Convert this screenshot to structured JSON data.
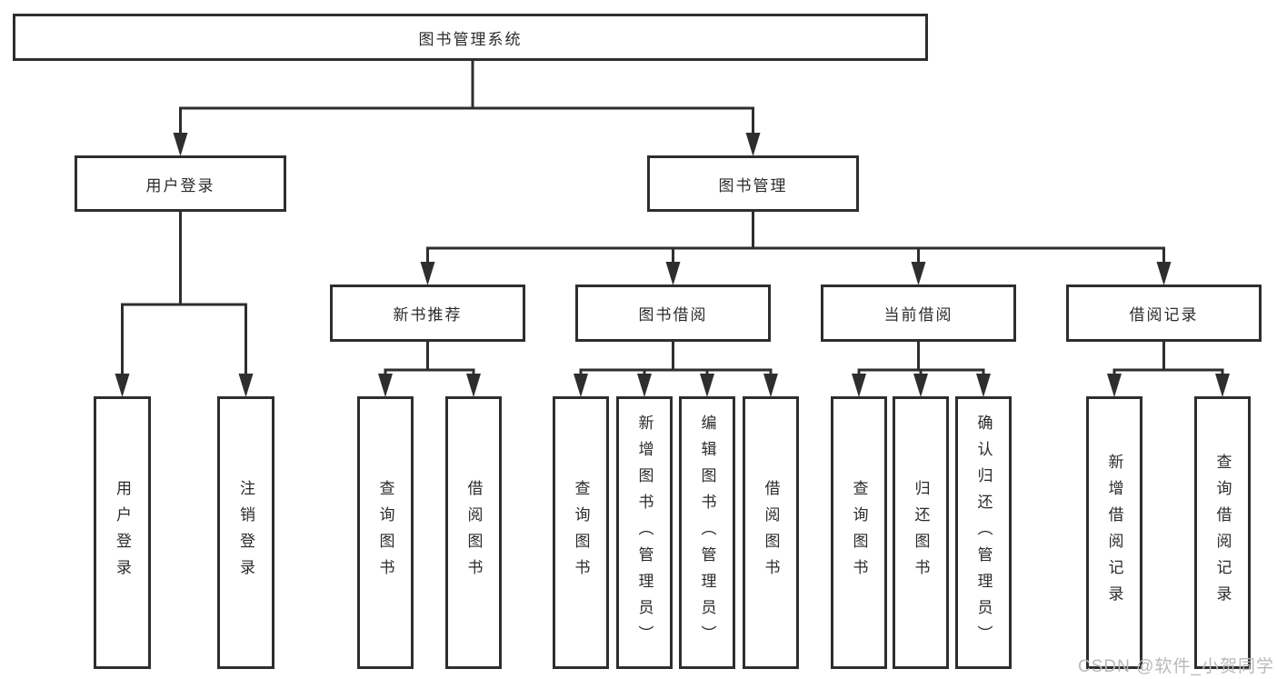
{
  "title": "图书管理系统",
  "colors": {
    "line": "#2e2e2e",
    "box_border": "#2e2e2e",
    "text": "#2b2b2b",
    "watermark": "#b9b9b9",
    "background": "#ffffff"
  },
  "tree": {
    "root": {
      "label": "图书管理系统"
    },
    "branches": [
      {
        "label": "用户登录",
        "children": [
          {
            "label": "用户登录"
          },
          {
            "label": "注销登录"
          }
        ]
      },
      {
        "label": "图书管理",
        "children": [
          {
            "label": "新书推荐",
            "children": [
              {
                "label": "查询图书"
              },
              {
                "label": "借阅图书"
              }
            ]
          },
          {
            "label": "图书借阅",
            "children": [
              {
                "label": "查询图书"
              },
              {
                "label": "新增图书（管理员）"
              },
              {
                "label": "编辑图书（管理员）"
              },
              {
                "label": "借阅图书"
              }
            ]
          },
          {
            "label": "当前借阅",
            "children": [
              {
                "label": "查询图书"
              },
              {
                "label": "归还图书"
              },
              {
                "label": "确认归还（管理员）"
              }
            ]
          },
          {
            "label": "借阅记录",
            "children": [
              {
                "label": "新增借阅记录"
              },
              {
                "label": "查询借阅记录"
              }
            ]
          }
        ]
      }
    ]
  },
  "watermark": "CSDN @软件_小贺同学"
}
